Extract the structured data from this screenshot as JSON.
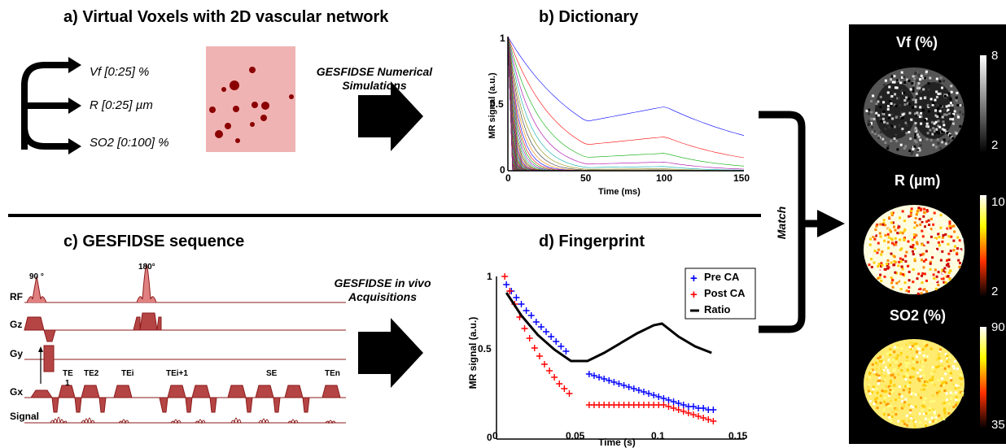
{
  "panel_a": {
    "title": "a)  Virtual Voxels with 2D vascular network",
    "params": [
      "Vf [0:25] %",
      "R [0:25] µm",
      "SO2 [0:100] %"
    ]
  },
  "sim_label": [
    "GESFIDSE Numerical",
    "Simulations"
  ],
  "panel_b": {
    "title": "b)  Dictionary",
    "ylabel": "MR signal (a.u.)",
    "xlabel": "Time (ms)",
    "xticks": [
      "0",
      "50",
      "100",
      "150"
    ],
    "yticks": [
      "0",
      "0.5",
      "1"
    ]
  },
  "panel_c": {
    "title": "c)  GESFIDSE sequence",
    "rows": [
      "RF",
      "Gz",
      "Gy",
      "Gx",
      "Signal"
    ],
    "pulses": [
      "90 °",
      "180°"
    ],
    "echoes": [
      "TE",
      "1",
      "TE2",
      "TEi",
      "TEi+1",
      "SE",
      "TEn"
    ]
  },
  "acq_label": [
    "GESFIDSE in vivo",
    "Acquisitions"
  ],
  "panel_d": {
    "title": "d)  Fingerprint",
    "ylabel": "MR signal (a.u.)",
    "xlabel": "Time (s)",
    "xticks": [
      "0",
      "0.05",
      "0.1",
      "0.15"
    ],
    "yticks": [
      "0",
      "0.5",
      "1"
    ],
    "legend": [
      "Pre CA",
      "Post CA",
      "Ratio"
    ]
  },
  "match_label": "Match",
  "maps": [
    {
      "title": "Vf (%)",
      "max": "8",
      "min": "2"
    },
    {
      "title": "R (µm)",
      "max": "10",
      "min": "2"
    },
    {
      "title": "SO2 (%)",
      "max": "90",
      "min": "35"
    }
  ],
  "chart_data": [
    {
      "type": "line",
      "title": "",
      "xlabel": "Time (ms)",
      "ylabel": "MR signal (a.u.)",
      "xlim": [
        0,
        150
      ],
      "ylim": [
        0,
        1
      ]
    },
    {
      "type": "scatter",
      "title": "",
      "xlabel": "Time (s)",
      "ylabel": "MR signal (a.u.)",
      "xlim": [
        0,
        0.15
      ],
      "ylim": [
        0,
        1
      ],
      "legend_position": "top-right",
      "series": [
        {
          "name": "Pre CA",
          "color": "#0000ff",
          "x": [
            0.006,
            0.009,
            0.012,
            0.015,
            0.018,
            0.021,
            0.024,
            0.027,
            0.03,
            0.033,
            0.036,
            0.039,
            0.042,
            0.056,
            0.059,
            0.062,
            0.065,
            0.068,
            0.071,
            0.074,
            0.077,
            0.08,
            0.083,
            0.086,
            0.089,
            0.092,
            0.095,
            0.098,
            0.101,
            0.104,
            0.107,
            0.11,
            0.113,
            0.116,
            0.119,
            0.122,
            0.125,
            0.128,
            0.131
          ],
          "y": [
            0.95,
            0.91,
            0.87,
            0.83,
            0.79,
            0.76,
            0.72,
            0.69,
            0.66,
            0.63,
            0.6,
            0.57,
            0.54,
            0.4,
            0.39,
            0.38,
            0.37,
            0.36,
            0.35,
            0.34,
            0.33,
            0.32,
            0.31,
            0.3,
            0.29,
            0.28,
            0.27,
            0.26,
            0.25,
            0.24,
            0.23,
            0.22,
            0.21,
            0.2,
            0.2,
            0.19,
            0.19,
            0.18,
            0.18
          ]
        },
        {
          "name": "Post CA",
          "color": "#ff0000",
          "x": [
            0.005,
            0.008,
            0.011,
            0.014,
            0.017,
            0.02,
            0.023,
            0.026,
            0.029,
            0.032,
            0.035,
            0.038,
            0.041,
            0.044,
            0.056,
            0.059,
            0.062,
            0.065,
            0.068,
            0.071,
            0.074,
            0.077,
            0.08,
            0.083,
            0.086,
            0.089,
            0.092,
            0.095,
            0.098,
            0.101,
            0.104,
            0.107,
            0.11,
            0.113,
            0.116,
            0.119,
            0.122,
            0.125,
            0.128,
            0.131
          ],
          "y": [
            1.0,
            0.91,
            0.83,
            0.75,
            0.68,
            0.62,
            0.56,
            0.51,
            0.46,
            0.42,
            0.38,
            0.34,
            0.31,
            0.28,
            0.21,
            0.21,
            0.21,
            0.21,
            0.21,
            0.21,
            0.21,
            0.21,
            0.21,
            0.21,
            0.21,
            0.21,
            0.21,
            0.21,
            0.21,
            0.21,
            0.2,
            0.19,
            0.18,
            0.17,
            0.16,
            0.15,
            0.14,
            0.13,
            0.12,
            0.11
          ]
        },
        {
          "name": "Ratio",
          "color": "#000000",
          "mode": "line",
          "x": [
            0.006,
            0.015,
            0.025,
            0.035,
            0.045,
            0.055,
            0.065,
            0.075,
            0.085,
            0.095,
            0.1,
            0.11,
            0.12,
            0.13
          ],
          "y": [
            0.9,
            0.76,
            0.64,
            0.55,
            0.48,
            0.48,
            0.53,
            0.59,
            0.65,
            0.7,
            0.71,
            0.63,
            0.57,
            0.53
          ]
        }
      ]
    }
  ]
}
